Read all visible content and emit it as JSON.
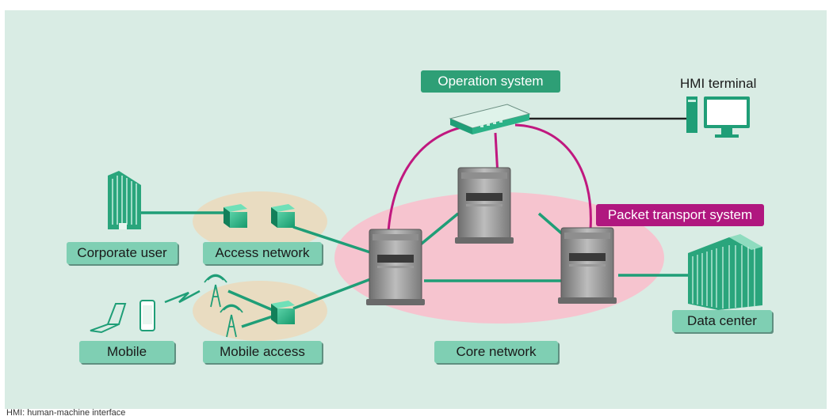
{
  "diagram": {
    "labels": {
      "operation_system": "Operation system",
      "hmi_terminal": "HMI terminal",
      "packet_transport": "Packet transport system",
      "corporate_user": "Corporate user",
      "access_network": "Access network",
      "mobile": "Mobile",
      "mobile_access": "Mobile access",
      "core_network": "Core network",
      "data_center": "Data center"
    },
    "footnote": "HMI: human-machine interface",
    "colors": {
      "panel": "#d9ece4",
      "link": "#1f9e77",
      "mgmt_link": "#c0187f",
      "core_ellipse": "#f6c4cf",
      "access_ellipse": "#e9dcc1",
      "label_fill": "#7fcfb3",
      "operation_label": "#2e9f76",
      "packet_label": "#b0177f"
    }
  }
}
